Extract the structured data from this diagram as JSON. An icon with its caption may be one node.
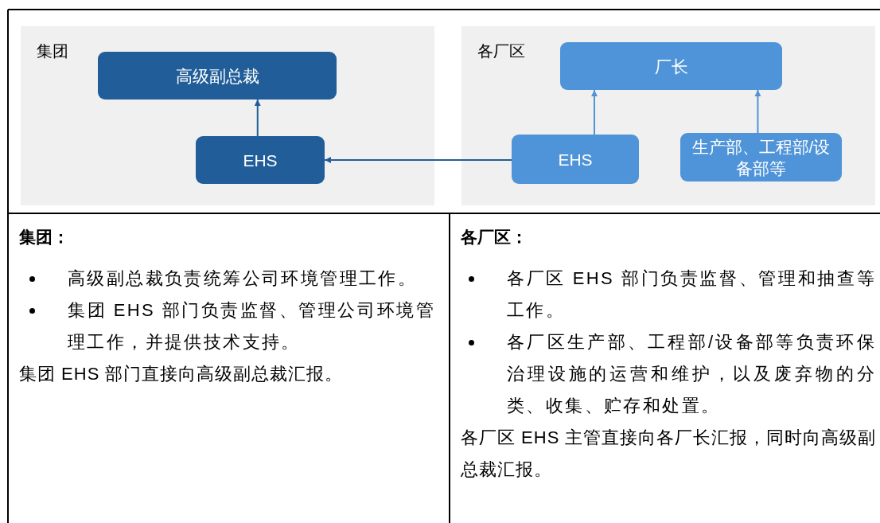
{
  "diagram": {
    "nodes": [
      {
        "text": [
          "集团"
        ]
      },
      {
        "text": [
          "高级副总裁"
        ],
        "in": 0
      },
      {
        "text": [
          "EHS"
        ],
        "in": 0
      },
      {
        "text": [
          "各厂区"
        ]
      },
      {
        "text": [
          "厂长"
        ],
        "in": 3
      },
      {
        "text": [
          "EHS"
        ],
        "in": 3
      },
      {
        "text": [
          "生产部、工程部/设备部等"
        ],
        "in": 3
      }
    ],
    "edges": [
      {
        "from": 2,
        "to": 1,
        "arrow": "to",
        "color": "#215e99"
      },
      {
        "from": 5,
        "to": 4,
        "arrow": "to",
        "color": "#4f94d8"
      },
      {
        "from": 6,
        "to": 4,
        "arrow": "to",
        "color": "#4f94d8"
      },
      {
        "from": 5,
        "to": 2,
        "arrow": "to",
        "color": "#215e99"
      }
    ],
    "labels": [
      "集团：",
      "高级副总裁负责统筹公司环境管理工作。",
      "集团 EHS 部门负责监督、管理公司环境管理工作，并提供技术支持。",
      "集团 EHS 部门直接向高级副总裁汇报。",
      "各厂区：",
      "各厂区 EHS 部门负责监督、管理和抽查等工作。",
      "各厂区生产部、工程部/设备部等负责环保治理设施的运营和维护，以及废弃物的分类、收集、贮存和处置。",
      "各厂区 EHS 主管直接向各厂长汇报，同时向高级副总裁汇报。"
    ]
  }
}
